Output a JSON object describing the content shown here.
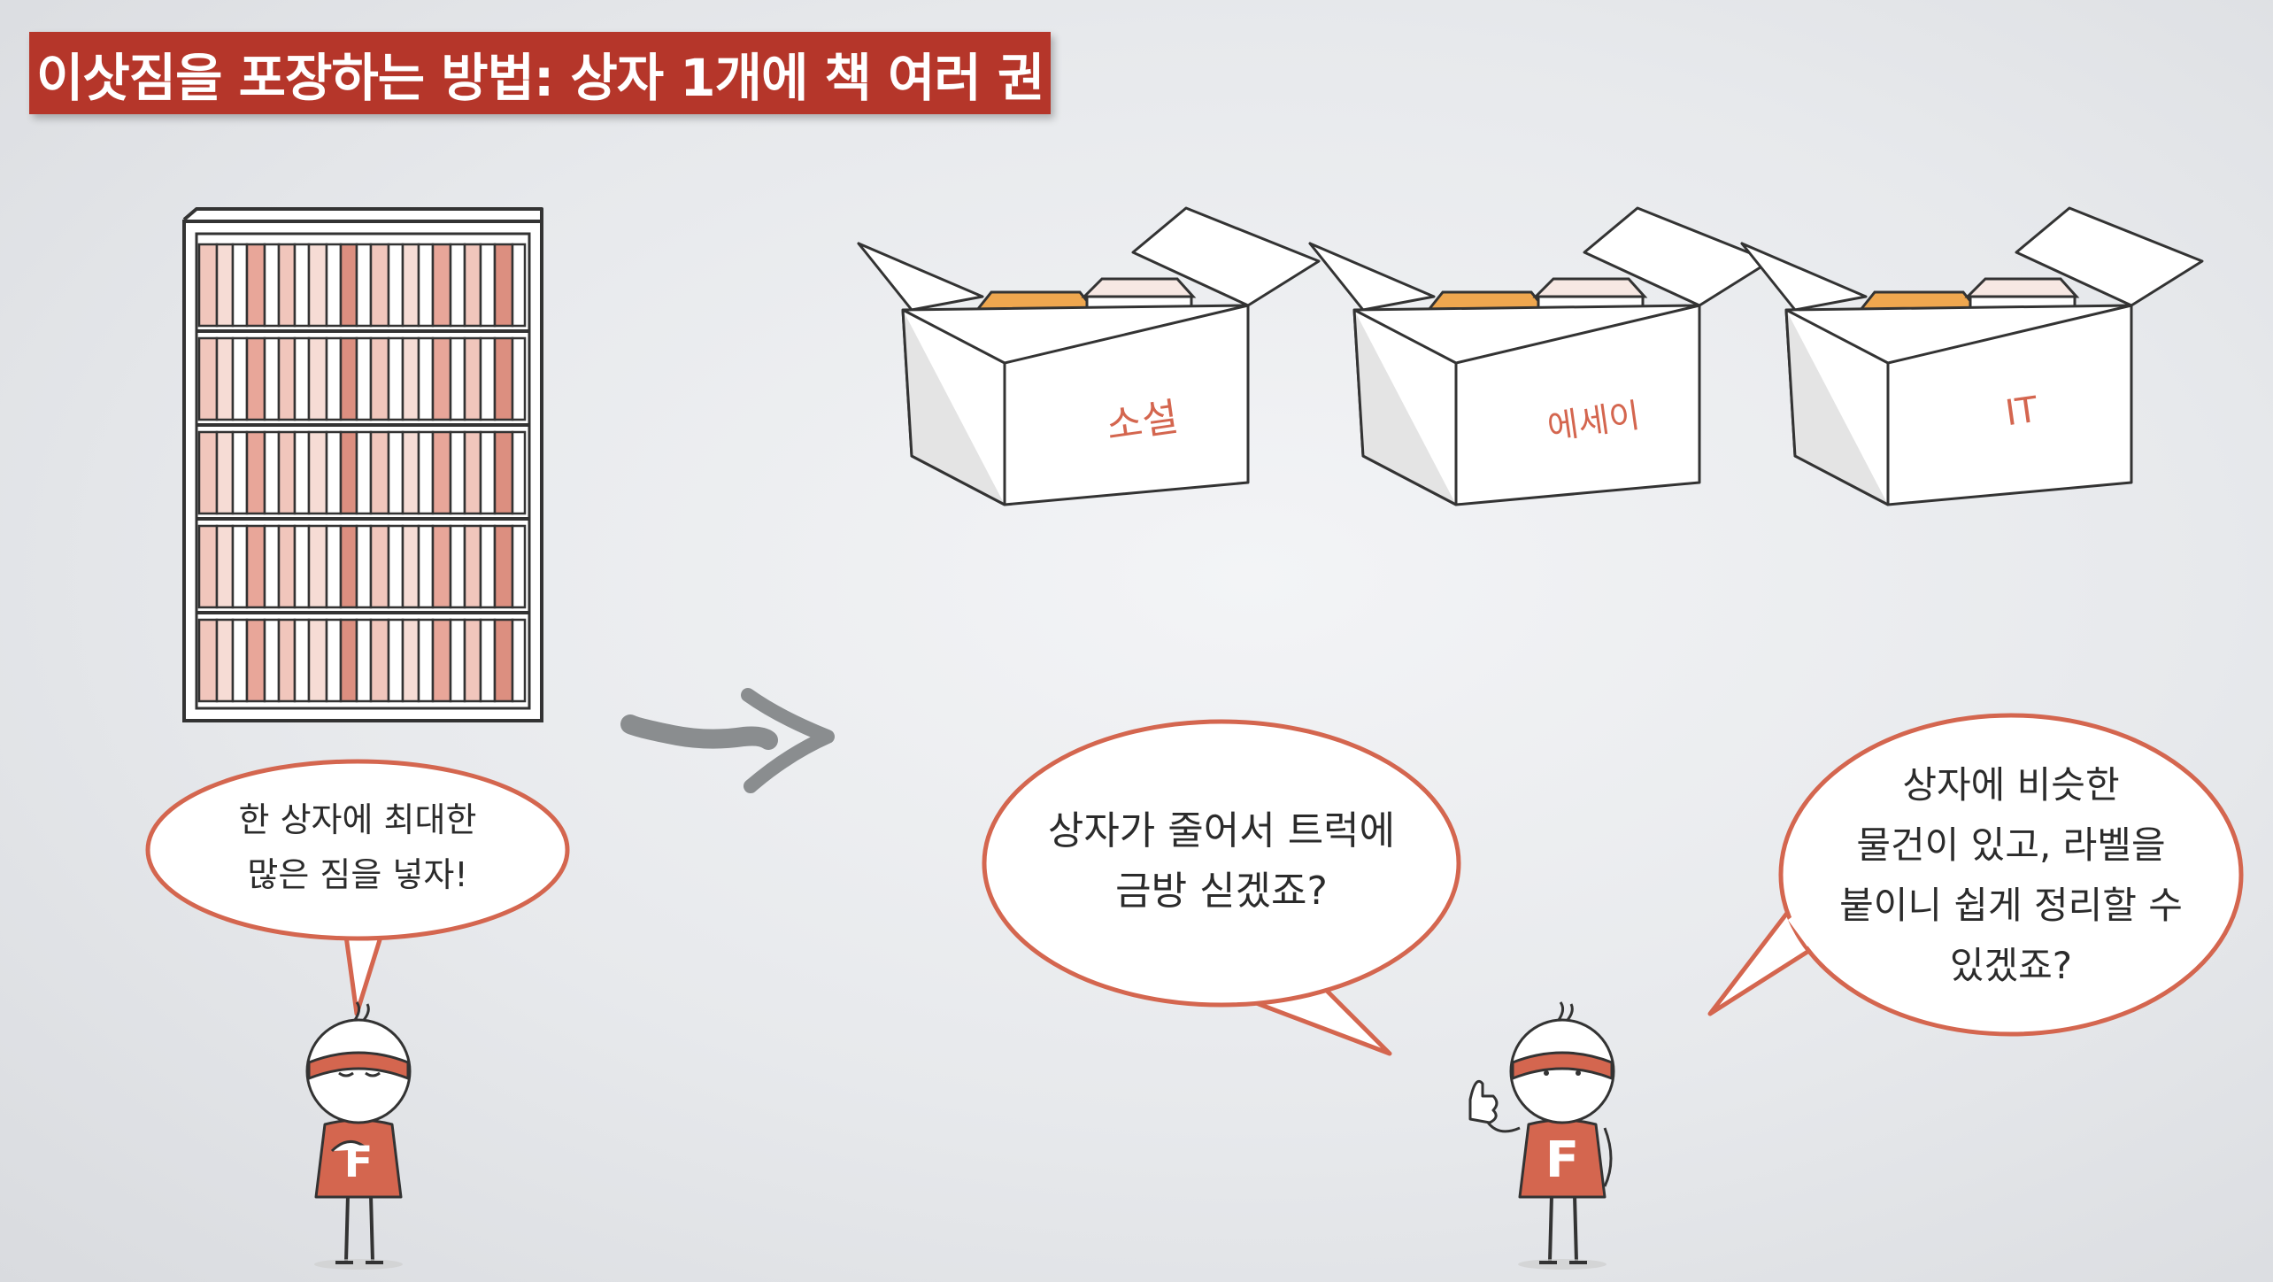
{
  "title": "이삿짐을 포장하는 방법: 상자 1개에 책 여러 권",
  "boxes": [
    {
      "label": "소설"
    },
    {
      "label": "에세이"
    },
    {
      "label": "IT"
    }
  ],
  "bubbles": {
    "left": {
      "line1": "한 상자에 최대한",
      "line2": "많은 짐을 넣자!"
    },
    "middle": {
      "line1": "상자가 줄어서 트럭에",
      "line2": "금방 싣겠죠?"
    },
    "right": {
      "line1": "상자에 비슷한",
      "line2": "물건이 있고, 라벨을",
      "line3": "붙이니 쉽게 정리할 수",
      "line4": "있겠죠?"
    }
  },
  "character_shirt_letter": "F",
  "colors": {
    "banner": "#b5362a",
    "accent": "#d4664f",
    "book_pink": "#f1c6bc",
    "book_dark": "#dc8f80"
  }
}
